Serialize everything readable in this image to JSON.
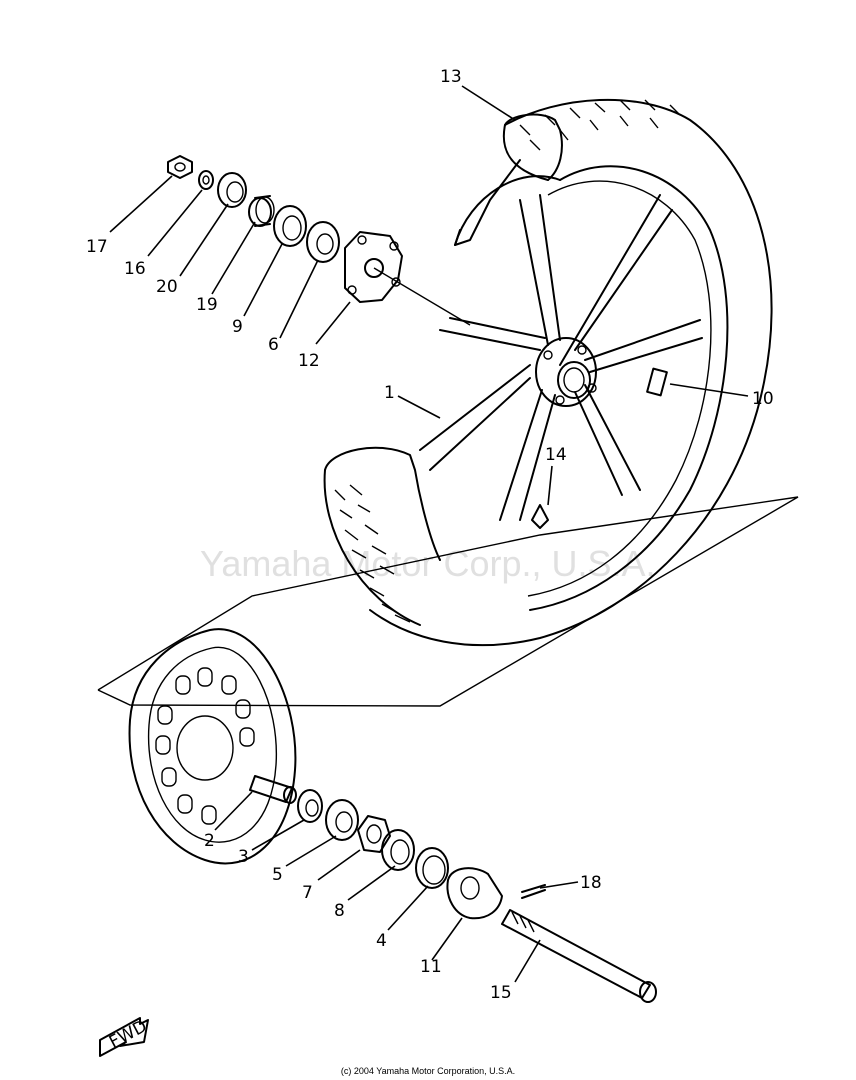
{
  "watermark": "Yamaha Motor Corp., U.S.A.",
  "copyright": "(c) 2004 Yamaha Motor Corporation, U.S.A.",
  "fwd_label": "FWD",
  "callouts": {
    "c1": "1",
    "c2": "2",
    "c3": "3",
    "c4": "4",
    "c5": "5",
    "c6": "6",
    "c7": "7",
    "c8": "8",
    "c9": "9",
    "c10": "10",
    "c11": "11",
    "c12": "12",
    "c13": "13",
    "c14": "14",
    "c15": "15",
    "c16": "16",
    "c17": "17",
    "c18": "18",
    "c19": "19",
    "c20": "20"
  }
}
